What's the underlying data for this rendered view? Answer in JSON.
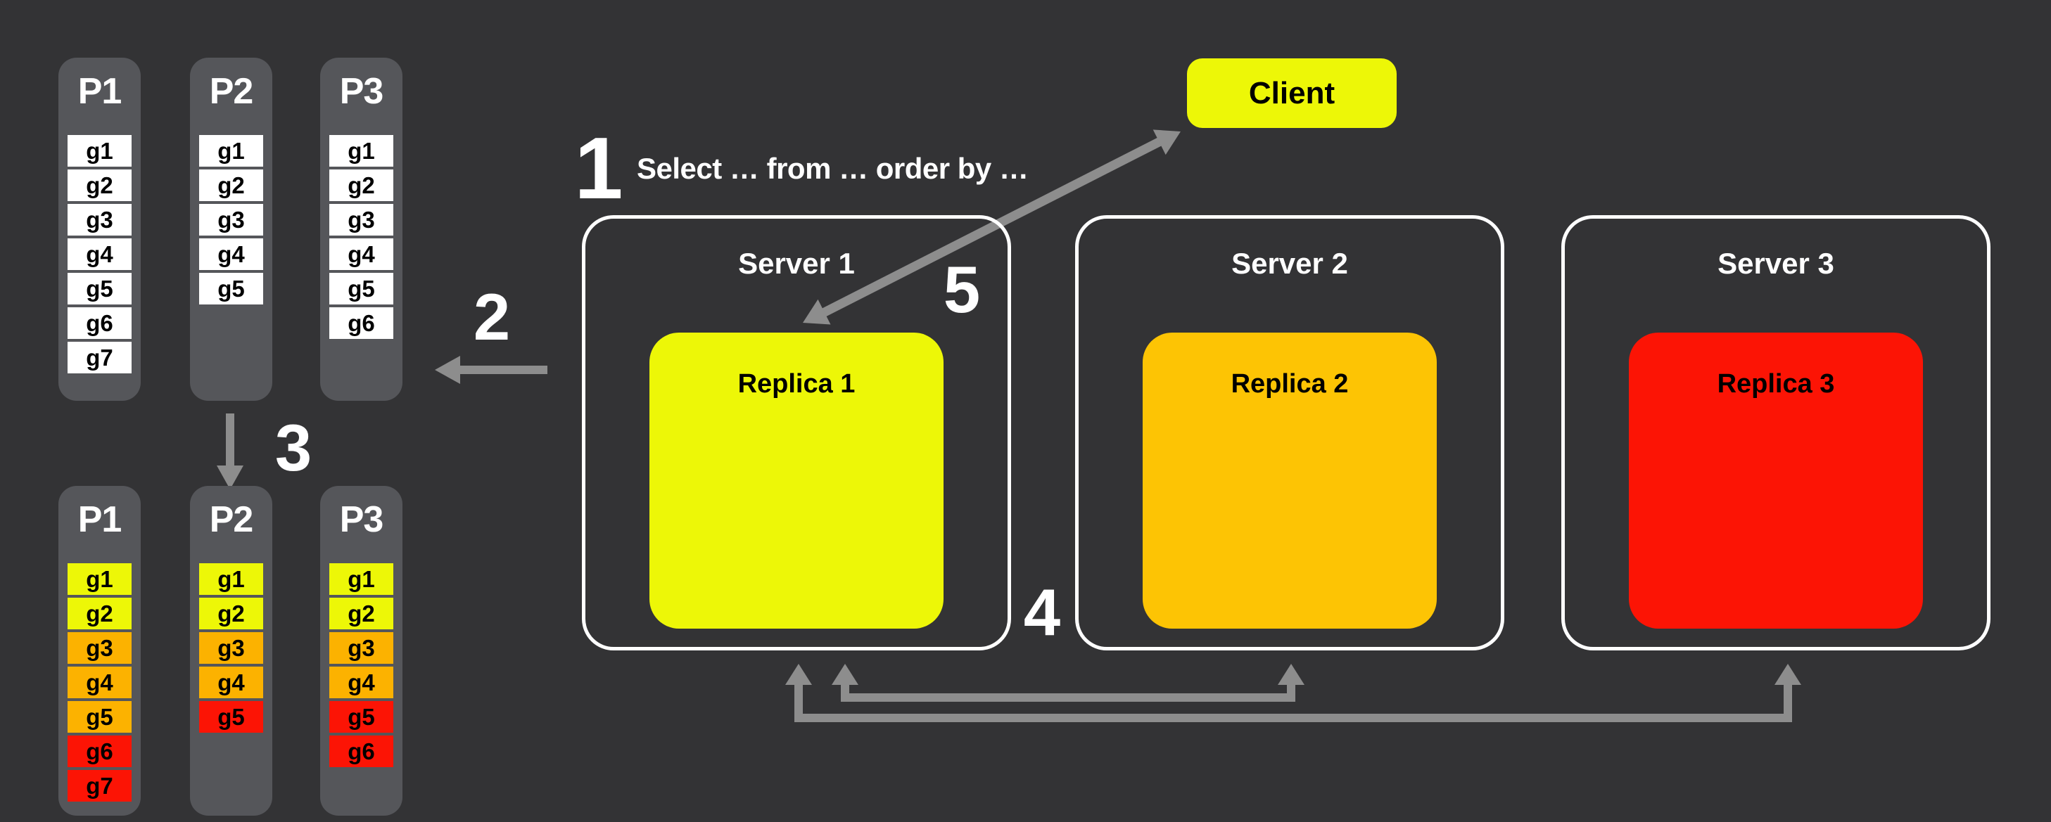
{
  "palette": {
    "bg": "#333335",
    "column_gray": "#55565a",
    "yellow": "#edf707",
    "orange": "#fcb200",
    "red": "#fc1405",
    "replica2": "#fdc404",
    "arrow": "#8d8d8d",
    "white": "#ffffff"
  },
  "steps": [
    {
      "label": "1",
      "annotation": "Select … from … order by …"
    },
    {
      "label": "2"
    },
    {
      "label": "3"
    },
    {
      "label": "4"
    },
    {
      "label": "5"
    }
  ],
  "client": {
    "label": "Client",
    "color": "#edf707"
  },
  "servers": [
    {
      "title": "Server 1",
      "replica": {
        "label": "Replica 1",
        "color": "#edf707"
      }
    },
    {
      "title": "Server 2",
      "replica": {
        "label": "Replica 2",
        "color": "#fdc404"
      }
    },
    {
      "title": "Server 3",
      "replica": {
        "label": "Replica 3",
        "color": "#fc1405"
      }
    }
  ],
  "partitions_top": [
    {
      "title": "P1",
      "items": [
        {
          "label": "g1",
          "color": "white"
        },
        {
          "label": "g2",
          "color": "white"
        },
        {
          "label": "g3",
          "color": "white"
        },
        {
          "label": "g4",
          "color": "white"
        },
        {
          "label": "g5",
          "color": "white"
        },
        {
          "label": "g6",
          "color": "white"
        },
        {
          "label": "g7",
          "color": "white"
        }
      ]
    },
    {
      "title": "P2",
      "items": [
        {
          "label": "g1",
          "color": "white"
        },
        {
          "label": "g2",
          "color": "white"
        },
        {
          "label": "g3",
          "color": "white"
        },
        {
          "label": "g4",
          "color": "white"
        },
        {
          "label": "g5",
          "color": "white"
        }
      ]
    },
    {
      "title": "P3",
      "items": [
        {
          "label": "g1",
          "color": "white"
        },
        {
          "label": "g2",
          "color": "white"
        },
        {
          "label": "g3",
          "color": "white"
        },
        {
          "label": "g4",
          "color": "white"
        },
        {
          "label": "g5",
          "color": "white"
        },
        {
          "label": "g6",
          "color": "white"
        }
      ]
    }
  ],
  "partitions_bottom": [
    {
      "title": "P1",
      "items": [
        {
          "label": "g1",
          "color": "yellow"
        },
        {
          "label": "g2",
          "color": "yellow"
        },
        {
          "label": "g3",
          "color": "orange"
        },
        {
          "label": "g4",
          "color": "orange"
        },
        {
          "label": "g5",
          "color": "orange"
        },
        {
          "label": "g6",
          "color": "red"
        },
        {
          "label": "g7",
          "color": "red"
        }
      ]
    },
    {
      "title": "P2",
      "items": [
        {
          "label": "g1",
          "color": "yellow"
        },
        {
          "label": "g2",
          "color": "yellow"
        },
        {
          "label": "g3",
          "color": "orange"
        },
        {
          "label": "g4",
          "color": "orange"
        },
        {
          "label": "g5",
          "color": "red"
        }
      ]
    },
    {
      "title": "P3",
      "items": [
        {
          "label": "g1",
          "color": "yellow"
        },
        {
          "label": "g2",
          "color": "yellow"
        },
        {
          "label": "g3",
          "color": "orange"
        },
        {
          "label": "g4",
          "color": "orange"
        },
        {
          "label": "g5",
          "color": "red"
        },
        {
          "label": "g6",
          "color": "red"
        }
      ]
    }
  ]
}
